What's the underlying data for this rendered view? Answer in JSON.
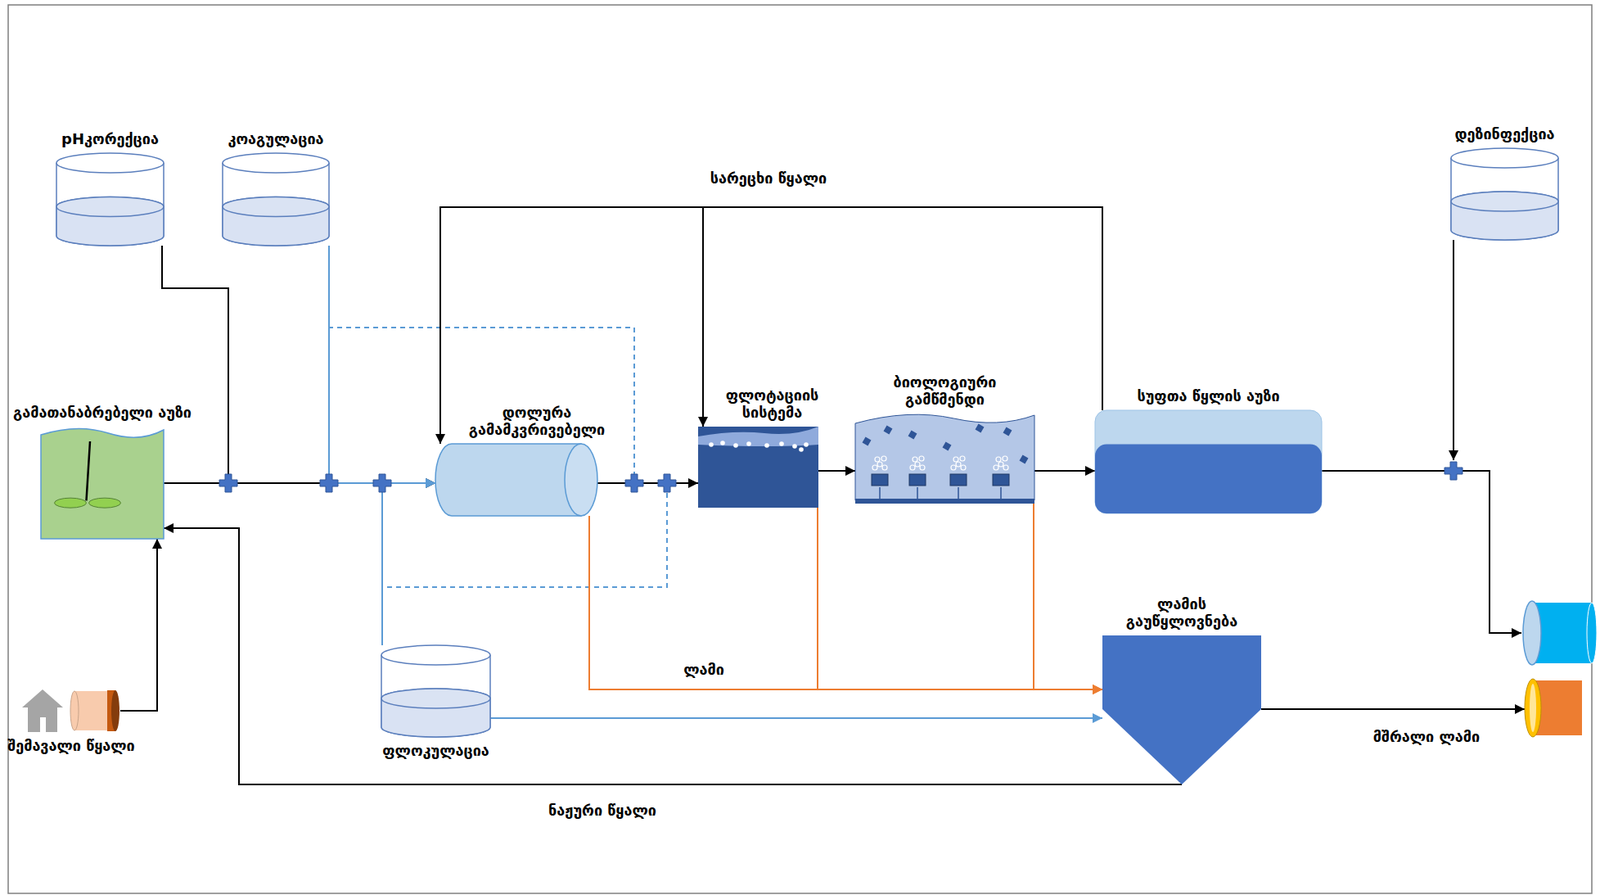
{
  "diagram": {
    "nodes": [
      {
        "text": [
          "pHკორექცია"
        ]
      },
      {
        "text": [
          "კოაგულაცია"
        ]
      },
      {
        "text": [
          "გამათანაბრებელი აუზი"
        ]
      },
      {
        "text": [
          "დოლურა გამამკვრივებელი"
        ]
      },
      {
        "text": [
          "ფლოტაციის სისტემა"
        ]
      },
      {
        "text": [
          "ბიოლოგიური გამწმენდი"
        ]
      },
      {
        "text": [
          "სუფთა წყლის აუზი"
        ]
      },
      {
        "text": [
          "დეზინფექცია"
        ]
      },
      {
        "text": [
          "შემავალი წყალი"
        ]
      },
      {
        "text": [
          "ფლოკულაცია"
        ]
      },
      {
        "text": [
          "ლამის გაუწყლოვნება"
        ]
      },
      {
        "text": [
          "მშრალი ლამი"
        ]
      }
    ],
    "edges": [
      {
        "from": 8,
        "to": 2,
        "arrow": "to"
      },
      {
        "from": 2,
        "to": 3,
        "arrow": "to"
      },
      {
        "from": 0,
        "to": 3,
        "arrow": "to"
      },
      {
        "from": 1,
        "to": 3,
        "arrow": "to"
      },
      {
        "from": 9,
        "to": 3,
        "arrow": "to"
      },
      {
        "from": 1,
        "to": 4,
        "arrow": "none"
      },
      {
        "from": 9,
        "to": 4,
        "arrow": "none"
      },
      {
        "from": 3,
        "to": 4,
        "arrow": "to"
      },
      {
        "from": 4,
        "to": 5,
        "arrow": "to"
      },
      {
        "from": 5,
        "to": 6,
        "arrow": "to"
      },
      {
        "from": 6,
        "to": 3,
        "label": "სარეცხი წყალი",
        "arrow": "to"
      },
      {
        "from": 6,
        "to": 4,
        "arrow": "to"
      },
      {
        "from": 3,
        "to": 10,
        "label": "ლამი",
        "arrow": "to"
      },
      {
        "from": 4,
        "to": 10,
        "arrow": "to"
      },
      {
        "from": 5,
        "to": 10,
        "arrow": "to"
      },
      {
        "from": 9,
        "to": 10,
        "arrow": "to"
      },
      {
        "from": 10,
        "to": 11,
        "arrow": "to"
      },
      {
        "from": 10,
        "to": 2,
        "label": "ნაჟური წყალი",
        "arrow": "to"
      }
    ]
  }
}
